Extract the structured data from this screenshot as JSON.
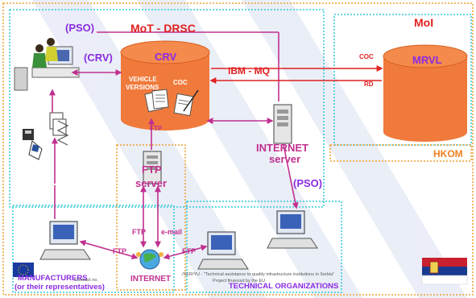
{
  "labels": {
    "pso_top": "(PSO)",
    "mot_drsc": "MoT - DRSC",
    "moi": "MoI",
    "crv_left": "(CRV)",
    "crv_db": "CRV",
    "mrvl_db": "MRVL",
    "vehicle_versions_line1": "VEHICLE",
    "vehicle_versions_line2": "VERSIONS",
    "coc_left": "COC",
    "ibm_mq": "IBM - MQ",
    "coc_right": "COC",
    "rd": "RD",
    "hkom": "HKOM",
    "ftp_db": "FTP",
    "internet_server_line1": "INTERNET",
    "internet_server_line2": "server",
    "ftp_server_line1": "FTP",
    "ftp_server_line2": "server",
    "pso_right": "(PSO)",
    "ftp_mid": "FTP",
    "email": "e-mail",
    "ftp_left": "FTP",
    "ftp_right": "FTP",
    "internet": "INTERNET",
    "manufacturers_line1": "MANUFACTURERS",
    "manufacturers_line2": "(or their representatives)",
    "technical_org": "TECHNICAL ORGANIZATIONS",
    "footer_left": "Contract no.",
    "footer_mid": "/SER/YU - \"Technical assistance to quality infrastructure institutions in Serbia\"",
    "footer_mid2": "Project financed by the EU"
  },
  "colors": {
    "db_fill": "#f07a3c",
    "arrow": "#c0308f",
    "zone_cyan": "#33c8d8",
    "zone_orange": "#f0a030",
    "label_purple": "#8a2be2"
  }
}
